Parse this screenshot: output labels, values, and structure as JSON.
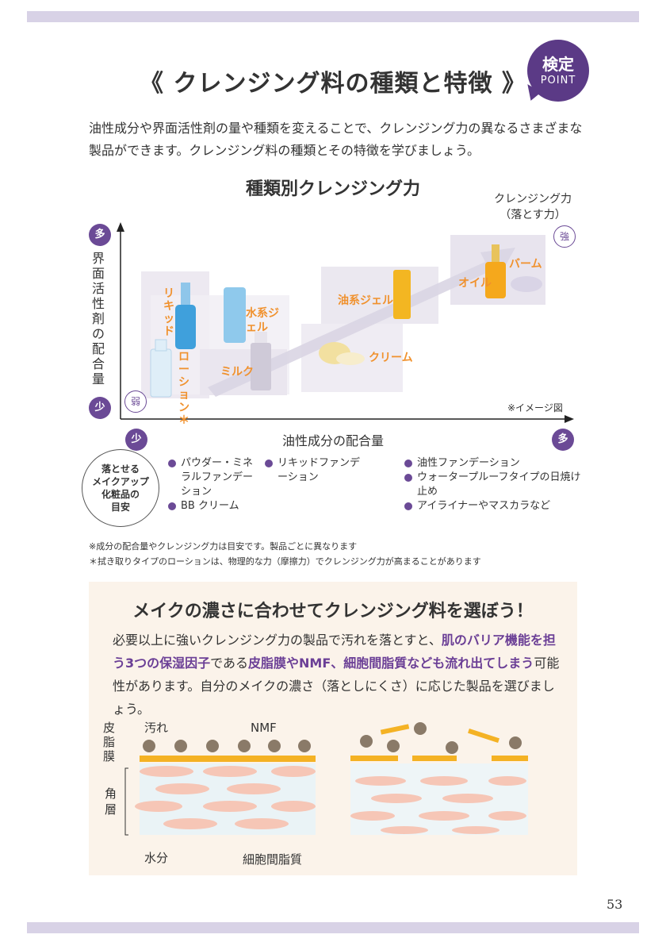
{
  "page": {
    "title": "《 クレンジング料の種類と特徴 》",
    "badge_top": "検定",
    "badge_bottom": "POINT",
    "intro": "油性成分や界面活性剤の量や種類を変えることで、クレンジング力の異なるさまざまな製品ができます。クレンジング料の種類とその特徴を学びましょう。",
    "page_number": "53"
  },
  "chart": {
    "title": "種類別クレンジング力",
    "y_axis_label": "界面活性剤の配合量",
    "y_high": "多",
    "y_low": "少",
    "x_axis_label": "油性成分の配合量",
    "x_low": "少",
    "x_high": "多",
    "power_label_line1": "クレンジング力",
    "power_label_line2": "（落とす力）",
    "power_weak": "弱",
    "power_strong": "強",
    "image_note": "※イメージ図",
    "products": {
      "liquid": "リキッド",
      "lotion": "ローション＊",
      "water_gel": "水系ジェル",
      "milk": "ミルク",
      "cream": "クリーム",
      "oil_gel": "油系ジェル",
      "oil": "オイル",
      "balm": "バーム"
    }
  },
  "legend": {
    "circle_lines": [
      "落とせる",
      "メイクアップ",
      "化粧品の",
      "目安"
    ],
    "col1": [
      "パウダー・ミネラルファンデーション",
      "BB クリーム"
    ],
    "col2": [
      "リキッドファンデーション"
    ],
    "col3": [
      "油性ファンデーション",
      "ウォータープルーフタイプの日焼け止め",
      "アイライナーやマスカラなど"
    ]
  },
  "footnotes": [
    "※成分の配合量やクレンジング力は目安です。製品ごとに異なります",
    "＊拭き取りタイプのローションは、物理的な力（摩擦力）でクレンジング力が高まることがあります"
  ],
  "panel": {
    "title": "メイクの濃さに合わせてクレンジング料を選ぼう！",
    "text_1": "必要以上に強いクレンジング力の製品で汚れを落とすと、",
    "text_hl_1": "肌のバリア機能を担う3つの保湿因子",
    "text_2": "である",
    "text_hl_2": "皮脂膜",
    "text_3": "や",
    "text_hl_3": "NMF",
    "text_4": "、",
    "text_hl_4": "細胞間脂質",
    "text_5": "なども流れ出てしまう",
    "text_6": "可能性があります。自分のメイクの濃さ（落としにくさ）に応じた製品を選びましょう。",
    "diagram_labels": {
      "sebum": "皮脂膜",
      "dirt": "汚れ",
      "nmf": "NMF",
      "stratum": "角層",
      "water": "水分",
      "lipid": "細胞間脂質"
    }
  },
  "colors": {
    "purple": "#6b4a96",
    "orange": "#f0912d",
    "band": "#d8d2e6",
    "panel_bg": "#fbf3ea"
  }
}
